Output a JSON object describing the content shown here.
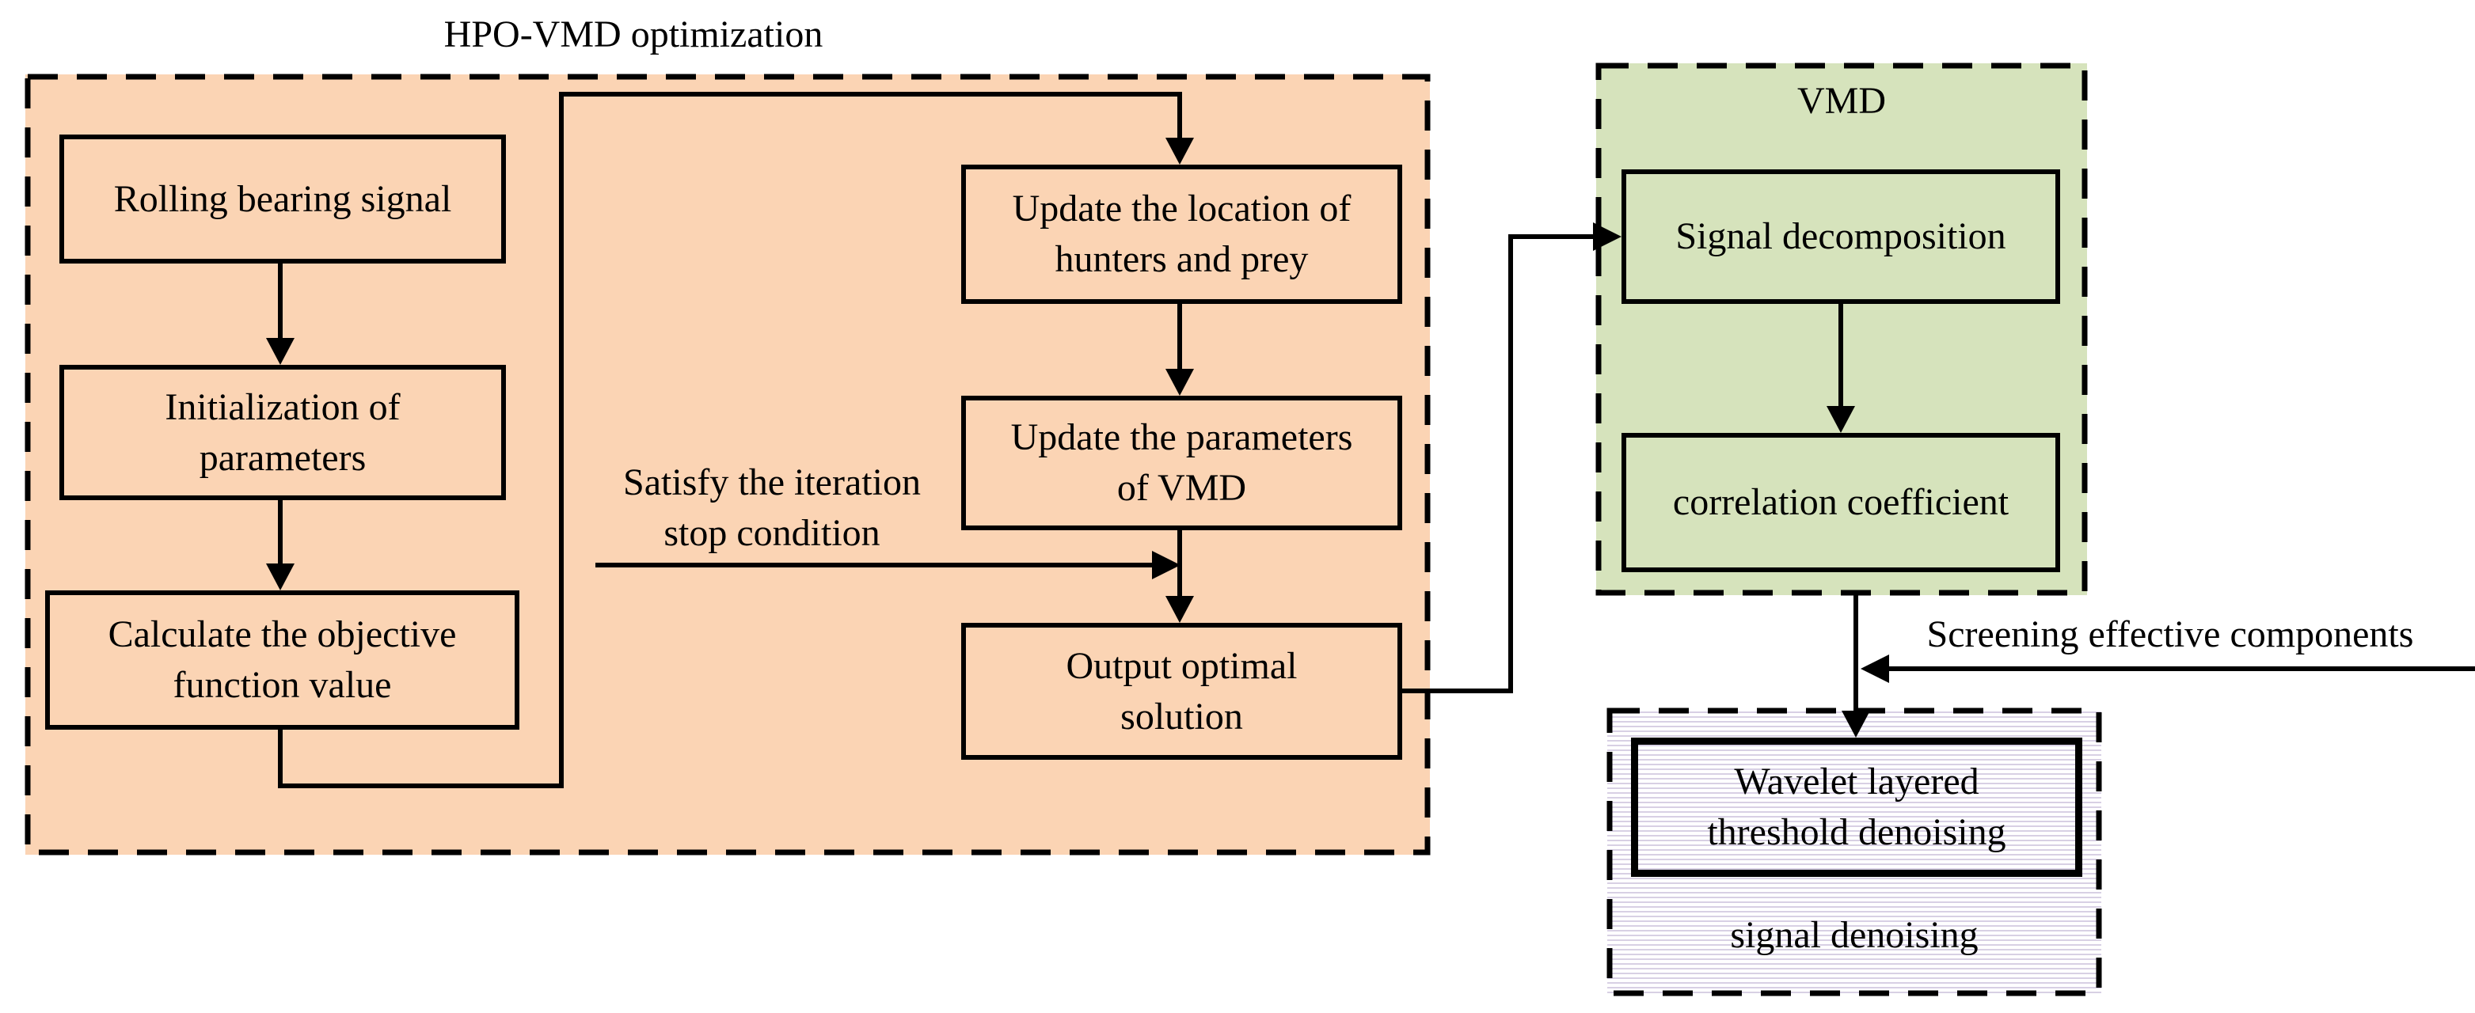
{
  "hpo": {
    "title": "HPO-VMD optimization",
    "satisfy_label": "Satisfy the iteration\nstop condition",
    "boxes": {
      "rolling": "Rolling bearing signal",
      "init": "Initialization of\nparameters",
      "calc": "Calculate the objective\nfunction value",
      "update_location": "Update the location of\nhunters and prey",
      "update_parameters": "Update the parameters\nof VMD",
      "output": "Output optimal\nsolution"
    }
  },
  "vmd": {
    "title": "VMD",
    "boxes": {
      "signal_decomposition": "Signal decomposition",
      "correlation_coefficient": "correlation coefficient"
    }
  },
  "denoising": {
    "wavelet_box": "Wavelet layered\nthreshold denoising",
    "group_label": "signal denoising"
  },
  "screening_label": "Screening effective components",
  "colors": {
    "hpo_fill": "#FBD4B4",
    "vmd_fill": "#D6E3BC",
    "stripe": "#D8D0E4",
    "line": "#000000"
  }
}
